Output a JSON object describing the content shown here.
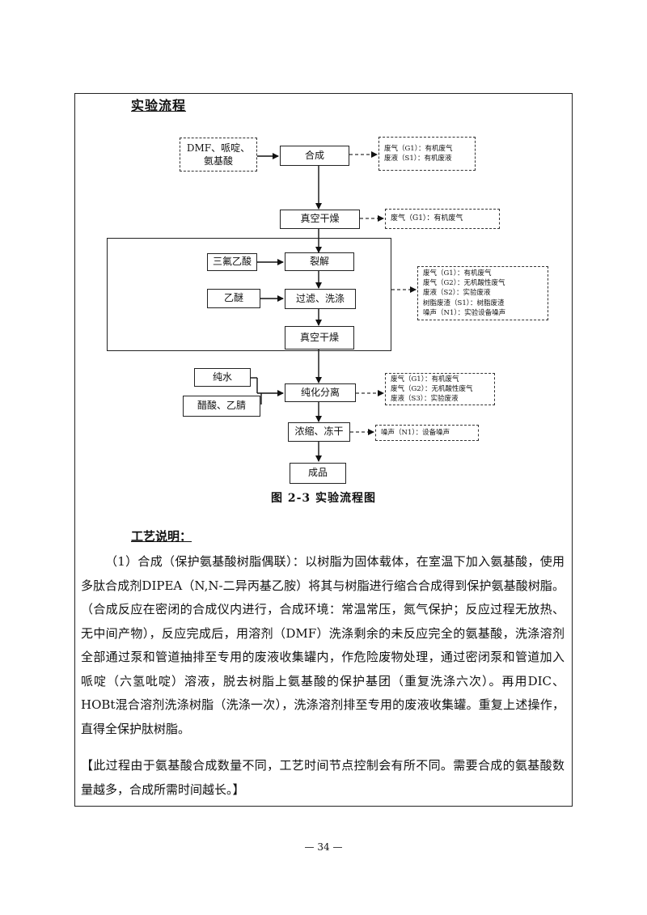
{
  "section_heading": "实验流程",
  "flow": {
    "inputs_top": "DMF、哌啶、氨基酸",
    "step_synthesis": "合成",
    "note_synthesis": [
      "废气（G1）：有机废气",
      "废液（S1）：有机废液"
    ],
    "step_vacuum_dry_1": "真空干燥",
    "note_vacuum_dry": "废气（G1）：有机废气",
    "reagent_tfa": "三氟乙酸",
    "step_cleavage": "裂解",
    "reagent_ether": "乙醚",
    "step_filter_wash": "过滤、洗涤",
    "step_vacuum_dry_2": "真空干燥",
    "note_group": [
      "废气（G1）：有机废气",
      "废气（G2）：无机酸性废气",
      "废液（S2）：实验废液",
      "树脂废渣（S1）：树脂废渣",
      "噪声（N1）：实验设备噪声"
    ],
    "reagent_water": "纯水",
    "reagent_acid": "醋酸、乙腈",
    "step_purify": "纯化分离",
    "note_purify": [
      "废气（G1）：有机废气",
      "废气（G2）：无机酸性废气",
      "废液（S3）：实验废液"
    ],
    "step_freeze": "浓缩、冻干",
    "note_freeze": "噪声（N1）：设备噪声",
    "step_product": "成品"
  },
  "figure_caption": "图 2-3    实验流程图",
  "process_title": "工艺说明：",
  "paragraph_1": "（1）合成（保护氨基酸树脂偶联）：以树脂为固体载体，在室温下加入氨基酸，使用多肽合成剂DIPEA（N,N-二异丙基乙胺）将其与树脂进行缩合合成得到保护氨基酸树脂。（合成反应在密闭的合成仪内进行，合成环境：常温常压，氮气保护；反应过程无放热、无中间产物），反应完成后，用溶剂（DMF）洗涤剩余的未反应完全的氨基酸，洗涤溶剂全部通过泵和管道抽排至专用的废液收集罐内，作危险废物处理，通过密闭泵和管道加入哌啶（六氢吡啶）溶液，脱去树脂上氨基酸的保护基团（重复洗涤六次）。再用DIC、HOBt混合溶剂洗涤树脂（洗涤一次），洗涤溶剂排至专用的废液收集罐。重复上述操作，直得全保护肽树脂。",
  "paragraph_note": "【此过程由于氨基酸合成数量不同，工艺时间节点控制会有所不同。需要合成的氨基酸数量越多，合成所需时间越长。】",
  "page_number": "— 34 —"
}
